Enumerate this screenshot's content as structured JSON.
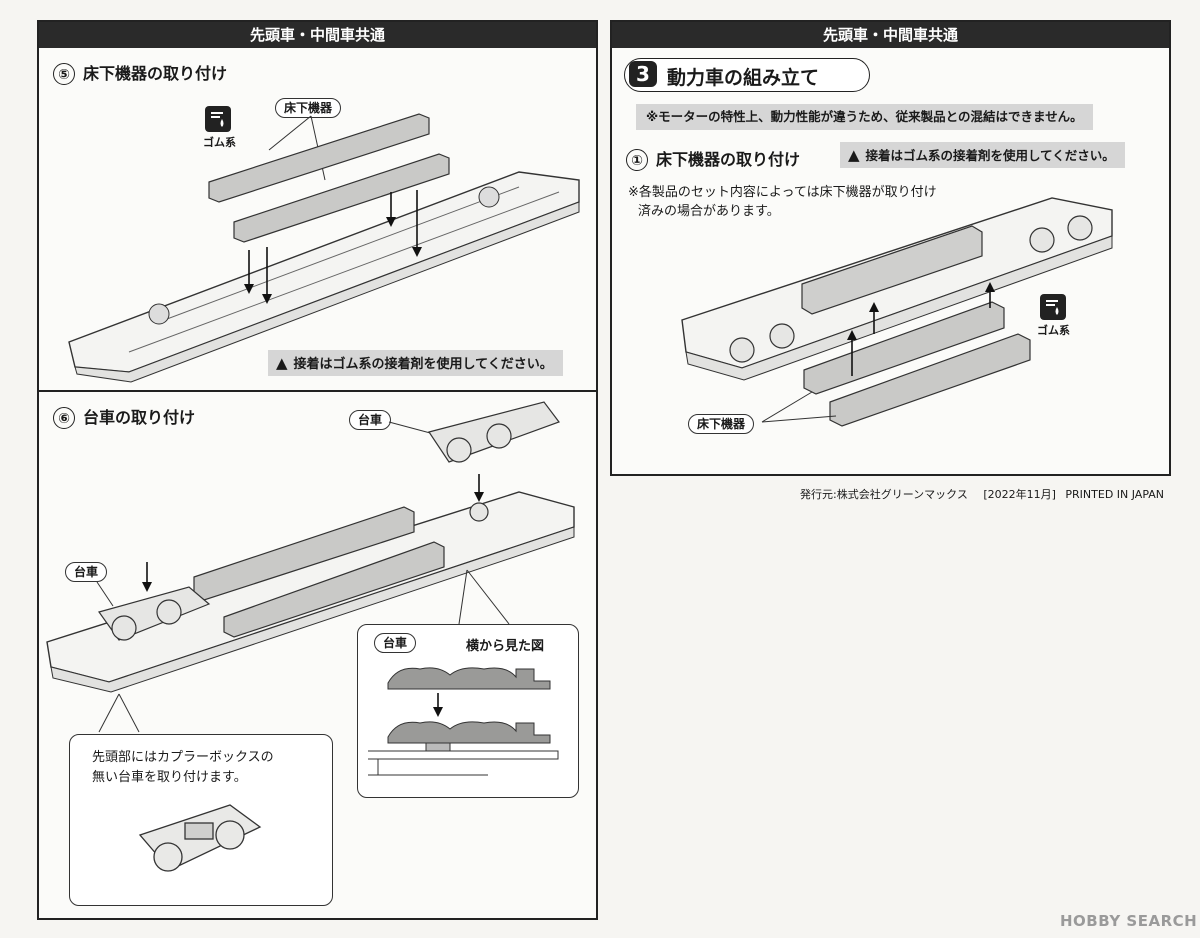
{
  "left_panel": {
    "header": "先頭車・中間車共通",
    "step5": {
      "number": "⑤",
      "title": "床下機器の取り付け",
      "glue_icon_label": "ゴム系",
      "callout": "床下機器",
      "warning": "接着はゴム系の接着剤を使用してください。"
    },
    "step6": {
      "number": "⑥",
      "title": "台車の取り付け",
      "bogie_callout_top": "台車",
      "bogie_callout_left": "台車",
      "note_lines": [
        "先頭部にはカプラーボックスの",
        "無い台車を取り付けます。"
      ],
      "side_view_callout": "台車",
      "side_view_title": "横から見た図"
    }
  },
  "right_panel": {
    "header": "先頭車・中間車共通",
    "section_number": "3",
    "section_title": "動力車の組み立て",
    "notice": "※モーターの特性上、動力性能が違うため、従来製品との混結はできません。",
    "step1": {
      "number": "①",
      "title": "床下機器の取り付け",
      "warning": "接着はゴム系の接着剤を使用してください。",
      "note_lines": [
        "※各製品のセット内容によっては床下機器が取り付け",
        "済みの場合があります。"
      ],
      "glue_icon_label": "ゴム系",
      "callout": "床下機器"
    }
  },
  "footer": {
    "publisher": "発行元:株式会社グリーンマックス",
    "date": "[2022年11月]",
    "printed": "PRINTED IN JAPAN"
  },
  "watermark": "HOBBY SEARCH"
}
